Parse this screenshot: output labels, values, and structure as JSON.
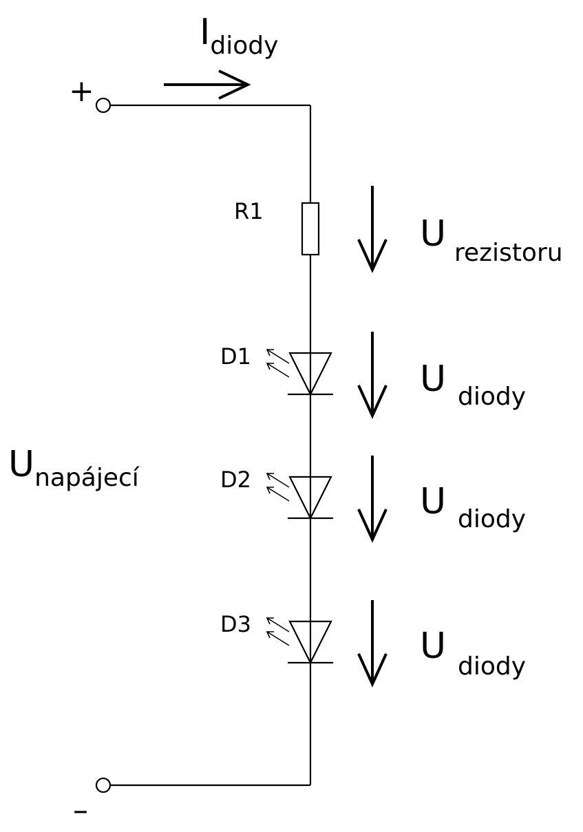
{
  "circuit": {
    "current_label": {
      "main": "I",
      "subscript": "diody"
    },
    "supply_label": {
      "main": "U",
      "subscript": "napájecí"
    },
    "positive_terminal": "+",
    "negative_terminal": "–",
    "resistor": {
      "name": "R1",
      "voltage_label": {
        "main": "U",
        "subscript": "rezistoru"
      }
    },
    "diodes": [
      {
        "name": "D1",
        "voltage_label": {
          "main": "U",
          "subscript": "diody"
        }
      },
      {
        "name": "D2",
        "voltage_label": {
          "main": "U",
          "subscript": "diody"
        }
      },
      {
        "name": "D3",
        "voltage_label": {
          "main": "U",
          "subscript": "diody"
        }
      }
    ]
  }
}
